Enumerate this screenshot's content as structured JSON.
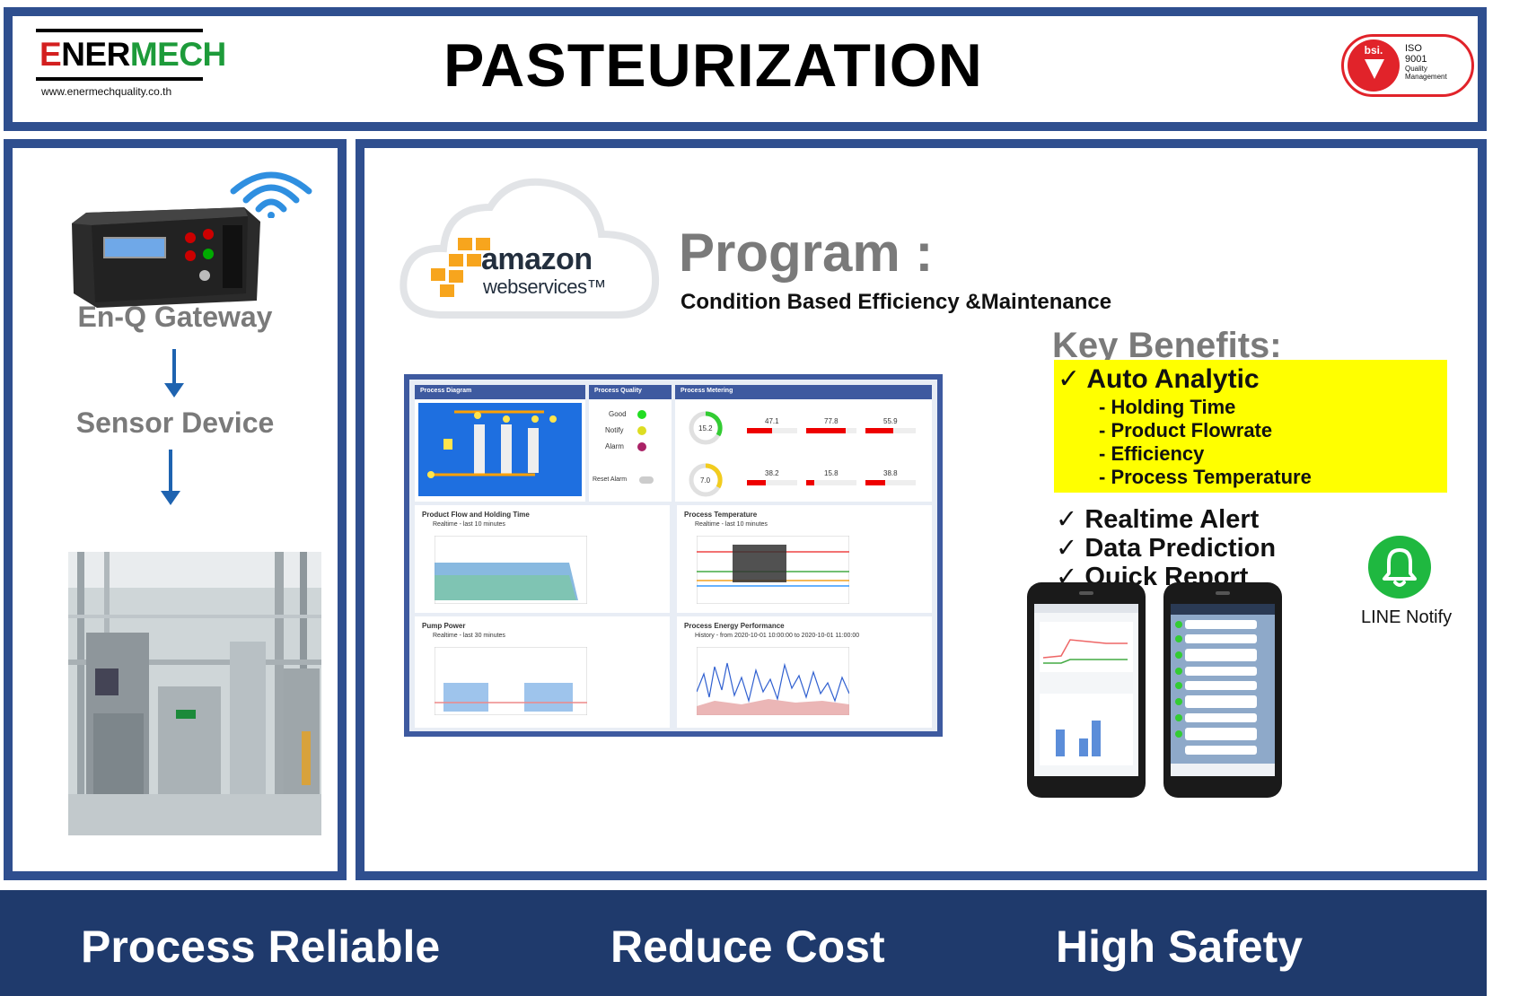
{
  "header": {
    "logo_part1": "E",
    "logo_part2": "NER",
    "logo_part3": "MECH",
    "website": "www.enermechquality.co.th",
    "title": "PASTEURIZATION",
    "cert_brand": "bsi.",
    "cert_line1": "ISO",
    "cert_line2": "9001",
    "cert_line3": "Quality",
    "cert_line4": "Management"
  },
  "left": {
    "gateway_label": "En-Q Gateway",
    "sensor_label": "Sensor Device"
  },
  "program": {
    "aws_line1": "amazon",
    "aws_line2": "webservices™",
    "title": "Program :",
    "subtitle": "Condition Based Efficiency &Maintenance"
  },
  "benefits": {
    "title": "Key Benefits:",
    "auto_analytic": "✓ Auto Analytic",
    "sub_items": [
      "- Holding Time",
      "- Product Flowrate",
      "- Efficiency",
      "- Process Temperature"
    ],
    "items": [
      "✓ Realtime Alert",
      "✓ Data Prediction",
      "✓ Quick Report"
    ],
    "line_notify": "LINE Notify"
  },
  "dashboard": {
    "cards": {
      "process_diagram": "Process Diagram",
      "process_quality": "Process Quality",
      "process_metering": "Process Metering",
      "flow_holding": "Product Flow and Holding Time",
      "process_temp": "Process Temperature",
      "pump_power": "Pump Power",
      "energy": "Process Energy Performance"
    },
    "quality": {
      "good": "Good",
      "notify": "Notify",
      "alarm": "Alarm",
      "reset": "Reset Alarm"
    },
    "metering": {
      "flow_value": "15.2",
      "hold_value": "7.0",
      "t1": "47.1",
      "t2": "77.8",
      "t3": "55.9",
      "t4": "38.2",
      "t5": "15.8",
      "t6": "38.8"
    },
    "realtime10": "Realtime - last 10 minutes",
    "realtime30": "Realtime - last 30 minutes",
    "history": "History - from 2020-10-01 10:00:00 to 2020-10-01 11:00:00",
    "colors": {
      "good": "#22dd22",
      "notify": "#dddd22",
      "alarm": "#aa2266",
      "accent": "#3e5aa0"
    }
  },
  "footer": {
    "item1": "Process Reliable",
    "item2": "Reduce Cost",
    "item3": "High Safety"
  }
}
